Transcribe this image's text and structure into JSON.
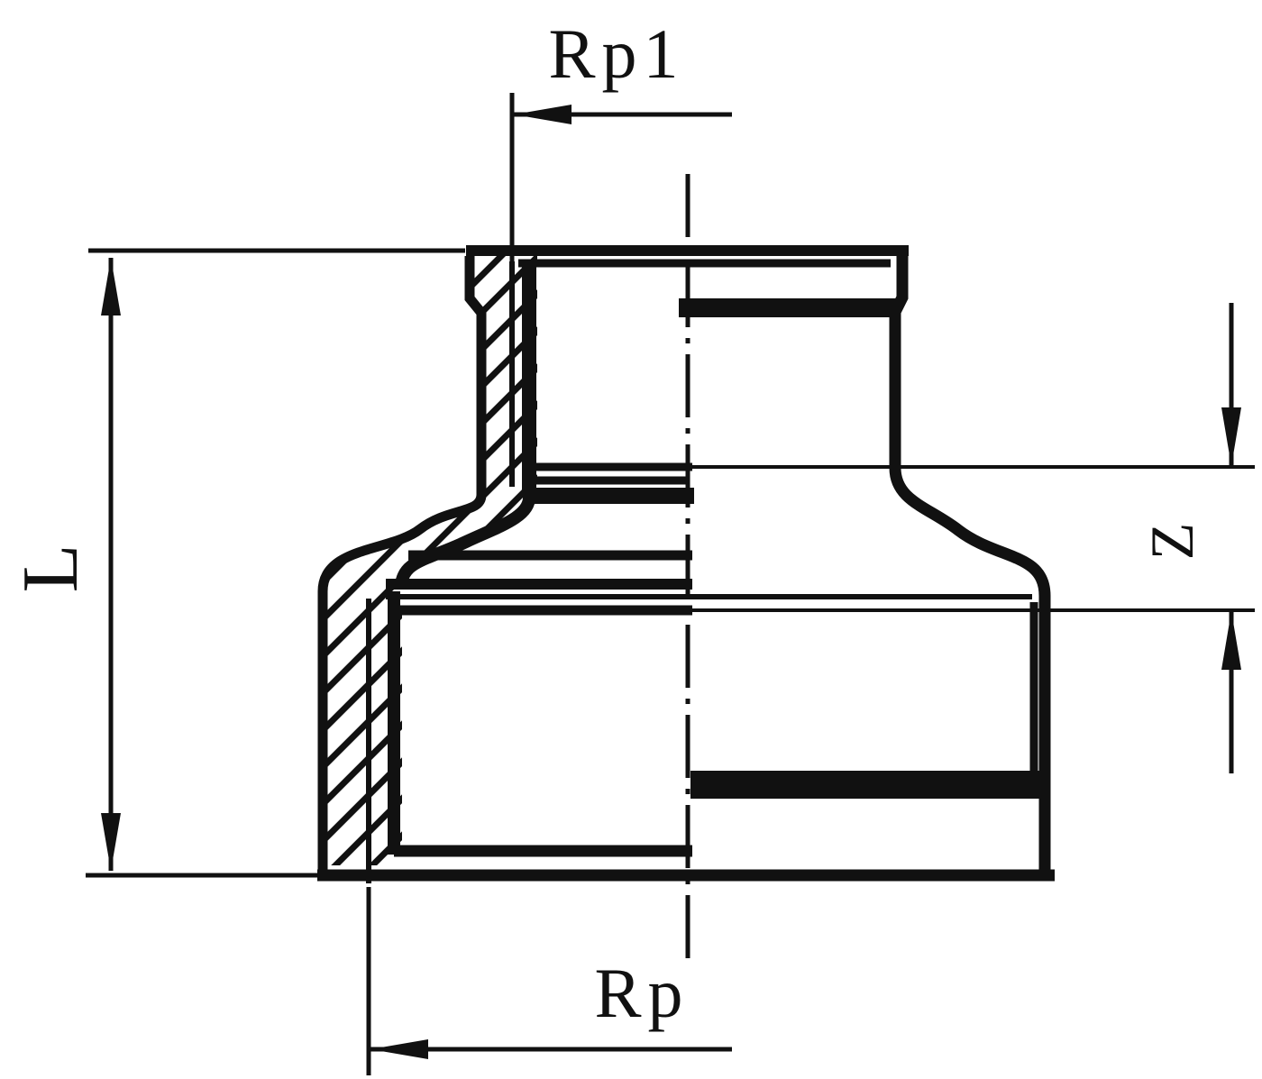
{
  "drawing": {
    "kind": "technical-section-drawing",
    "labels": {
      "top_thread": "Rp1",
      "overall_length": "L",
      "thread_offset": "Z",
      "bottom_thread": "Rp"
    },
    "colors": {
      "line": "#111111",
      "background": "#ffffff"
    }
  }
}
